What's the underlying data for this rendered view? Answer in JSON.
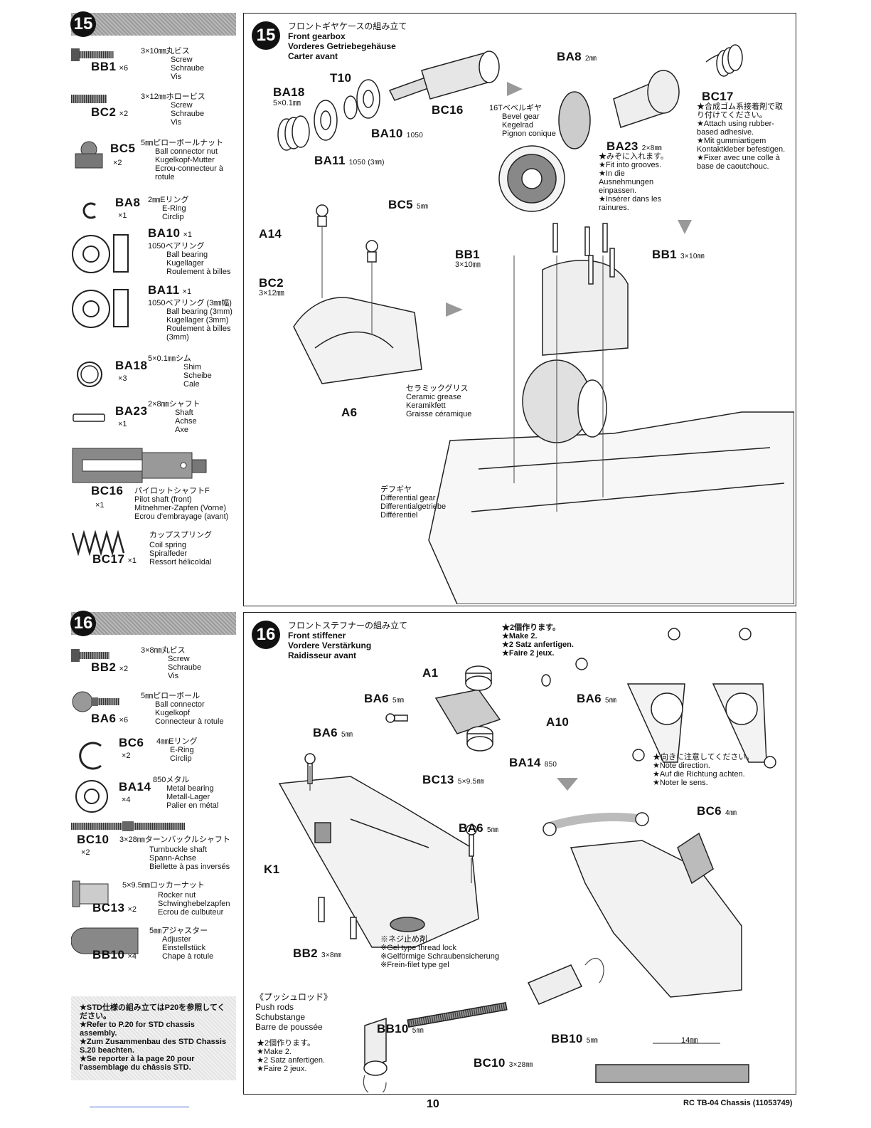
{
  "page_number": "10",
  "footer_model": "RC TB-04 Chassis (11053749)",
  "step15": {
    "number": "15",
    "title_jp": "フロントギヤケースの組み立て",
    "title_en": "Front gearbox",
    "title_de": "Vorderes Getriebegehäuse",
    "title_fr": "Carter avant",
    "parts": [
      {
        "code": "BB1",
        "qty": "×6",
        "spec": "3×10㎜丸ビス",
        "en": "Screw",
        "de": "Schraube",
        "fr": "Vis"
      },
      {
        "code": "BC2",
        "qty": "×2",
        "spec": "3×12㎜ホロービス",
        "en": "Screw",
        "de": "Schraube",
        "fr": "Vis"
      },
      {
        "code": "BC5",
        "qty": "×2",
        "spec": "5㎜ピローボールナット",
        "en": "Ball connector nut",
        "de": "Kugelkopf-Mutter",
        "fr": "Ecrou-connecteur à rotule"
      },
      {
        "code": "BA8",
        "qty": "×1",
        "spec": "2㎜Eリング",
        "en": "E-Ring",
        "de": "Circlip",
        "fr": ""
      },
      {
        "code": "BA10",
        "qty": "×1",
        "spec": "1050ベアリング",
        "en": "Ball bearing",
        "de": "Kugellager",
        "fr": "Roulement à billes"
      },
      {
        "code": "BA11",
        "qty": "×1",
        "spec": "1050ベアリング (3㎜幅)",
        "en": "Ball bearing (3mm)",
        "de": "Kugellager (3mm)",
        "fr": "Roulement à billes (3mm)"
      },
      {
        "code": "BA18",
        "qty": "×3",
        "spec": "5×0.1㎜シム",
        "en": "Shim",
        "de": "Scheibe",
        "fr": "Cale"
      },
      {
        "code": "BA23",
        "qty": "×1",
        "spec": "2×8㎜シャフト",
        "en": "Shaft",
        "de": "Achse",
        "fr": "Axe"
      },
      {
        "code": "BC16",
        "qty": "×1",
        "spec": "パイロットシャフトF",
        "en": "Pilot shaft (front)",
        "de": "Mitnehmer-Zapfen (Vorne)",
        "fr": "Ecrou d'embrayage (avant)"
      },
      {
        "code": "BC17",
        "qty": "×1",
        "spec": "カップスプリング",
        "en": "Coil spring",
        "de": "Spiralfeder",
        "fr": "Ressort hélicoïdal"
      }
    ],
    "callouts": {
      "ba18": "BA18",
      "ba18_size": "5×0.1㎜",
      "t10": "T10",
      "bc16": "BC16",
      "ba10": "BA10",
      "ba10_size": "1050",
      "ba11": "BA11",
      "ba11_size": "1050 (3㎜)",
      "ba8": "BA8",
      "ba8_size": "2㎜",
      "bc17": "BC17",
      "bevel_jp": "16Tベベルギヤ",
      "bevel_en": "Bevel gear",
      "bevel_de": "Kegelrad",
      "bevel_fr": "Pignon conique",
      "ba23": "BA23",
      "ba23_size": "2×8㎜",
      "ba23_note_jp": "★みぞに入れます。",
      "ba23_note_en": "★Fit into grooves.",
      "ba23_note_de": "★In die Ausnehmungen einpassen.",
      "ba23_note_fr": "★Insérer dans les rainures.",
      "bc17_note_jp": "★合成ゴム系接着剤で取り付けてください。",
      "bc17_note_en": "★Attach using rubber-based adhesive.",
      "bc17_note_de": "★Mit gummiartigem Kontaktkleber befestigen.",
      "bc17_note_fr": "★Fixer avec une colle à base de caoutchouc.",
      "bc5": "BC5",
      "bc5_size": "5㎜",
      "a14": "A14",
      "bc2": "BC2",
      "bc2_size": "3×12㎜",
      "bb1_left": "BB1",
      "bb1_left_size": "3×10㎜",
      "bb1_right": "BB1",
      "bb1_right_size": "3×10㎜",
      "a6": "A6",
      "grease_jp": "セラミックグリス",
      "grease_en": "Ceramic grease",
      "grease_de": "Keramikfett",
      "grease_fr": "Graisse céramique",
      "diff_jp": "デフギヤ",
      "diff_en": "Differential gear",
      "diff_de": "Differentialgetriebe",
      "diff_fr": "Différentiel"
    }
  },
  "step16": {
    "number": "16",
    "title_jp": "フロントステフナーの組み立て",
    "title_en": "Front stiffener",
    "title_de": "Vordere Verstärkung",
    "title_fr": "Raidisseur avant",
    "parts": [
      {
        "code": "BB2",
        "qty": "×2",
        "spec": "3×8㎜丸ビス",
        "en": "Screw",
        "de": "Schraube",
        "fr": "Vis"
      },
      {
        "code": "BA6",
        "qty": "×6",
        "spec": "5㎜ピローボール",
        "en": "Ball connector",
        "de": "Kugelkopf",
        "fr": "Connecteur à rotule"
      },
      {
        "code": "BC6",
        "qty": "×2",
        "spec": "4㎜Eリング",
        "en": "E-Ring",
        "de": "Circlip",
        "fr": ""
      },
      {
        "code": "BA14",
        "qty": "×4",
        "spec": "850メタル",
        "en": "Metal bearing",
        "de": "Metall-Lager",
        "fr": "Palier en métal"
      },
      {
        "code": "BC10",
        "qty": "×2",
        "spec": "3×28㎜ターンバックルシャフト",
        "en": "Turnbuckle shaft",
        "de": "Spann-Achse",
        "fr": "Biellette à pas inversés"
      },
      {
        "code": "BC13",
        "qty": "×2",
        "spec": "5×9.5㎜ロッカーナット",
        "en": "Rocker nut",
        "de": "Schwinghebelzapfen",
        "fr": "Ecrou de culbuteur"
      },
      {
        "code": "BB10",
        "qty": "×4",
        "spec": "5㎜アジャスター",
        "en": "Adjuster",
        "de": "Einstellstück",
        "fr": "Chape à rotule"
      }
    ],
    "std_note": {
      "jp": "★STD仕様の組み立てはP20を参照してください。",
      "en": "★Refer to P.20 for STD chassis assembly.",
      "de": "★Zum Zusammenbau des STD Chassis S.20 beachten.",
      "fr": "★Se reporter à la page 20 pour l'assemblage du châssis STD."
    },
    "callouts": {
      "make2_jp": "★2個作ります。",
      "make2_en": "★Make 2.",
      "make2_de": "★2 Satz anfertigen.",
      "make2_fr": "★Faire 2 jeux.",
      "a1": "A1",
      "ba6_a": "BA6",
      "ba6_a_size": "5㎜",
      "ba6_b": "BA6",
      "ba6_b_size": "5㎜",
      "a10": "A10",
      "ba6_c": "BA6",
      "ba6_c_size": "5㎜",
      "ba14": "BA14",
      "ba14_size": "850",
      "bc13": "BC13",
      "bc13_size": "5×9.5㎜",
      "ba6_d": "BA6",
      "ba6_d_size": "5㎜",
      "k1": "K1",
      "bb2": "BB2",
      "bb2_size": "3×8㎜",
      "lock_jp": "※ネジ止め剤",
      "lock_en": "※Gel type thread lock",
      "lock_de": "※Gelförmige Schraubensicherung",
      "lock_fr": "※Frein-filet type gel",
      "dir_jp": "★向きに注意してください。",
      "dir_en": "★Note direction.",
      "dir_de": "★Auf die Richtung achten.",
      "dir_fr": "★Noter le sens.",
      "bc6": "BC6",
      "bc6_size": "4㎜",
      "push_jp": "《プッシュロッド》",
      "push_en": "Push rods",
      "push_de": "Schubstange",
      "push_fr": "Barre de poussée",
      "push_make_jp": "★2個作ります。",
      "push_make_en": "★Make 2.",
      "push_make_de": "★2 Satz anfertigen.",
      "push_make_fr": "★Faire 2 jeux.",
      "bb10_a": "BB10",
      "bb10_a_size": "5㎜",
      "bb10_b": "BB10",
      "bb10_b_size": "5㎜",
      "bc10": "BC10",
      "bc10_size": "3×28㎜",
      "dim": "14㎜"
    }
  }
}
